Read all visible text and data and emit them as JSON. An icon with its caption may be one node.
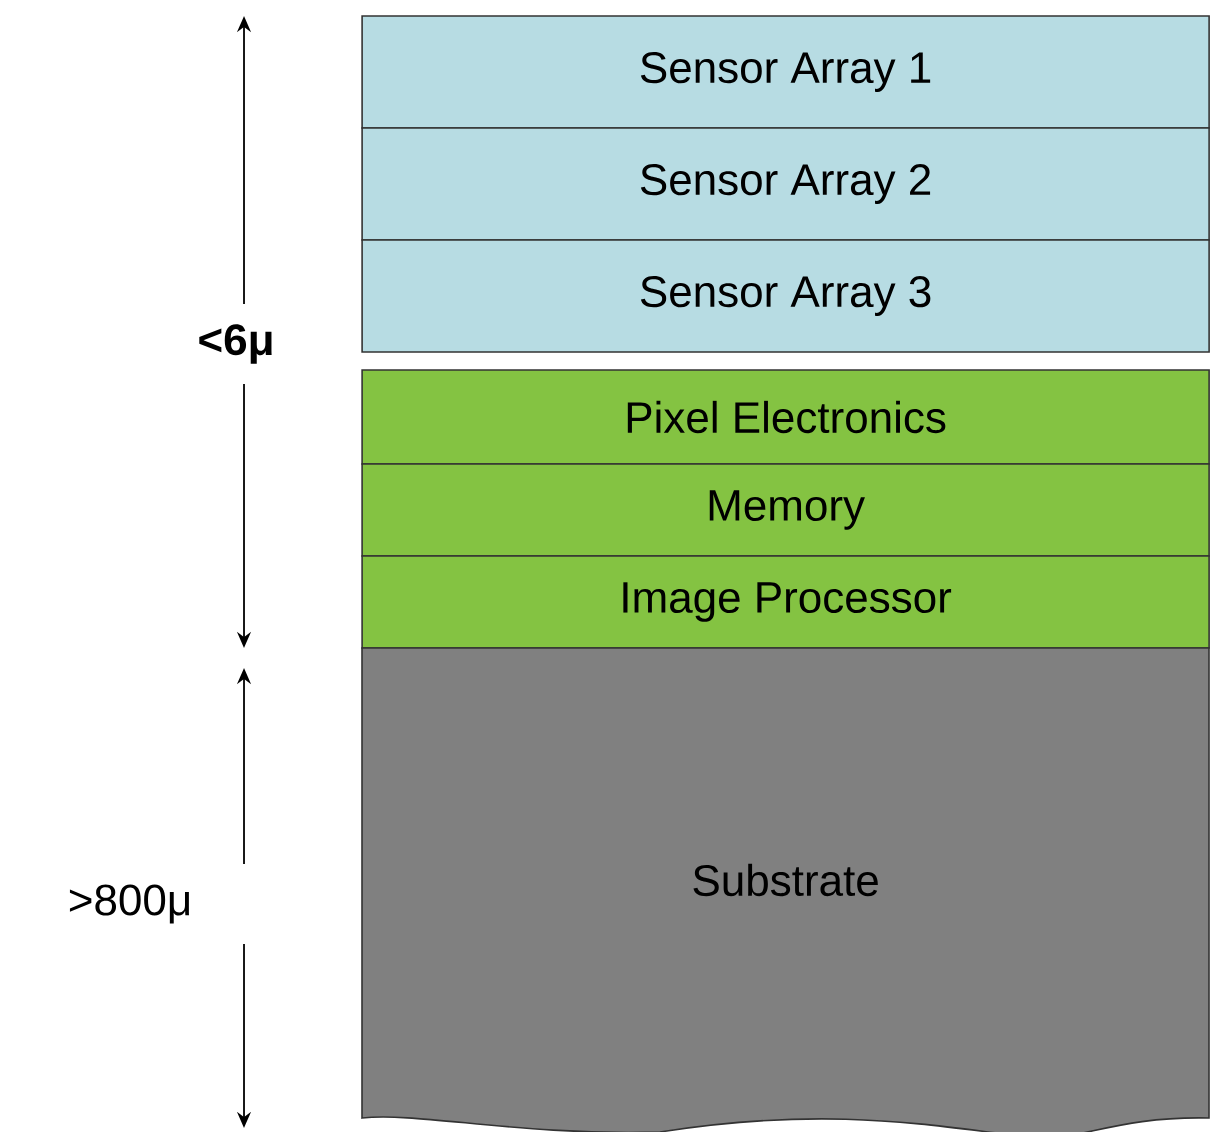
{
  "diagram": {
    "nodes": [
      {
        "text": [
          "Sensor Array 1"
        ]
      },
      {
        "text": [
          "Sensor Array 2"
        ]
      },
      {
        "text": [
          "Sensor Array 3"
        ]
      },
      {
        "text": [
          "Pixel Electronics"
        ]
      },
      {
        "text": [
          "Memory"
        ]
      },
      {
        "text": [
          "Image Processor"
        ]
      },
      {
        "text": [
          "Substrate"
        ]
      }
    ],
    "labels": [
      "<6μ",
      ">800μ"
    ]
  }
}
